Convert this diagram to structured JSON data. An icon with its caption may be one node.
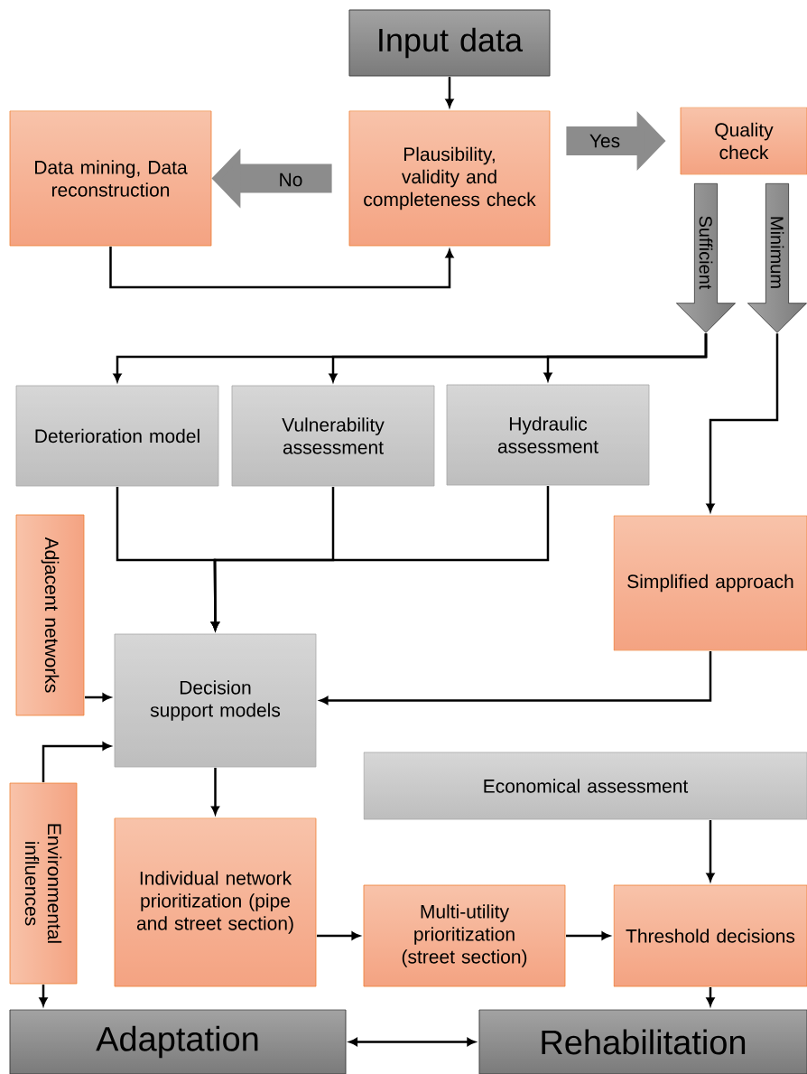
{
  "diagram": {
    "nodes": [
      {
        "text": [
          "Input data"
        ]
      },
      {
        "text": [
          "Data mining, Data reconstruction"
        ]
      },
      {
        "text": [
          "Plausibility, validity and completeness check"
        ]
      },
      {
        "text": [
          "Quality check"
        ]
      },
      {
        "text": [
          "Sufficient"
        ]
      },
      {
        "text": [
          "Minimum"
        ]
      },
      {
        "text": [
          "Deterioration model"
        ]
      },
      {
        "text": [
          "Vulnerability assessment"
        ]
      },
      {
        "text": [
          "Hydraulic assessment"
        ]
      },
      {
        "text": [
          "Adjacent networks"
        ]
      },
      {
        "text": [
          "Simplified approach"
        ]
      },
      {
        "text": [
          "Decision support models"
        ]
      },
      {
        "text": [
          "Environmental influences"
        ]
      },
      {
        "text": [
          "Economical assessment"
        ]
      },
      {
        "text": [
          "Individual network prioritization (pipe and street section)"
        ]
      },
      {
        "text": [
          "Multi-utility prioritization (street section)"
        ]
      },
      {
        "text": [
          "Threshold decisions"
        ]
      },
      {
        "text": [
          "Adaptation"
        ]
      },
      {
        "text": [
          "Rehabilitation"
        ]
      }
    ],
    "edges": [
      {
        "from": 0,
        "to": 2,
        "arrow": "to"
      },
      {
        "from": 2,
        "to": 1,
        "arrow": "to",
        "label": "No",
        "style": "thick",
        "color": "#8c8c8c"
      },
      {
        "from": 1,
        "to": 2,
        "arrow": "to"
      },
      {
        "from": 2,
        "to": 3,
        "arrow": "to",
        "label": "Yes",
        "style": "thick",
        "color": "#8c8c8c"
      },
      {
        "from": 4,
        "to": 6,
        "arrow": "to"
      },
      {
        "from": 4,
        "to": 7,
        "arrow": "to"
      },
      {
        "from": 4,
        "to": 8,
        "arrow": "to"
      },
      {
        "from": 5,
        "to": 10,
        "arrow": "to"
      },
      {
        "from": 6,
        "to": 11,
        "arrow": "to"
      },
      {
        "from": 7,
        "to": 11,
        "arrow": "to"
      },
      {
        "from": 8,
        "to": 11,
        "arrow": "to"
      },
      {
        "from": 9,
        "to": 11,
        "arrow": "to"
      },
      {
        "from": 10,
        "to": 11,
        "arrow": "to"
      },
      {
        "from": 12,
        "to": 11,
        "arrow": "to"
      },
      {
        "from": 12,
        "to": 17,
        "arrow": "to"
      },
      {
        "from": 11,
        "to": 14,
        "arrow": "to"
      },
      {
        "from": 14,
        "to": 15,
        "arrow": "to"
      },
      {
        "from": 15,
        "to": 16,
        "arrow": "to"
      },
      {
        "from": 13,
        "to": 16,
        "arrow": "to"
      },
      {
        "from": 16,
        "to": 18,
        "arrow": "to"
      },
      {
        "from": 17,
        "to": 18,
        "arrow": "both"
      }
    ]
  }
}
